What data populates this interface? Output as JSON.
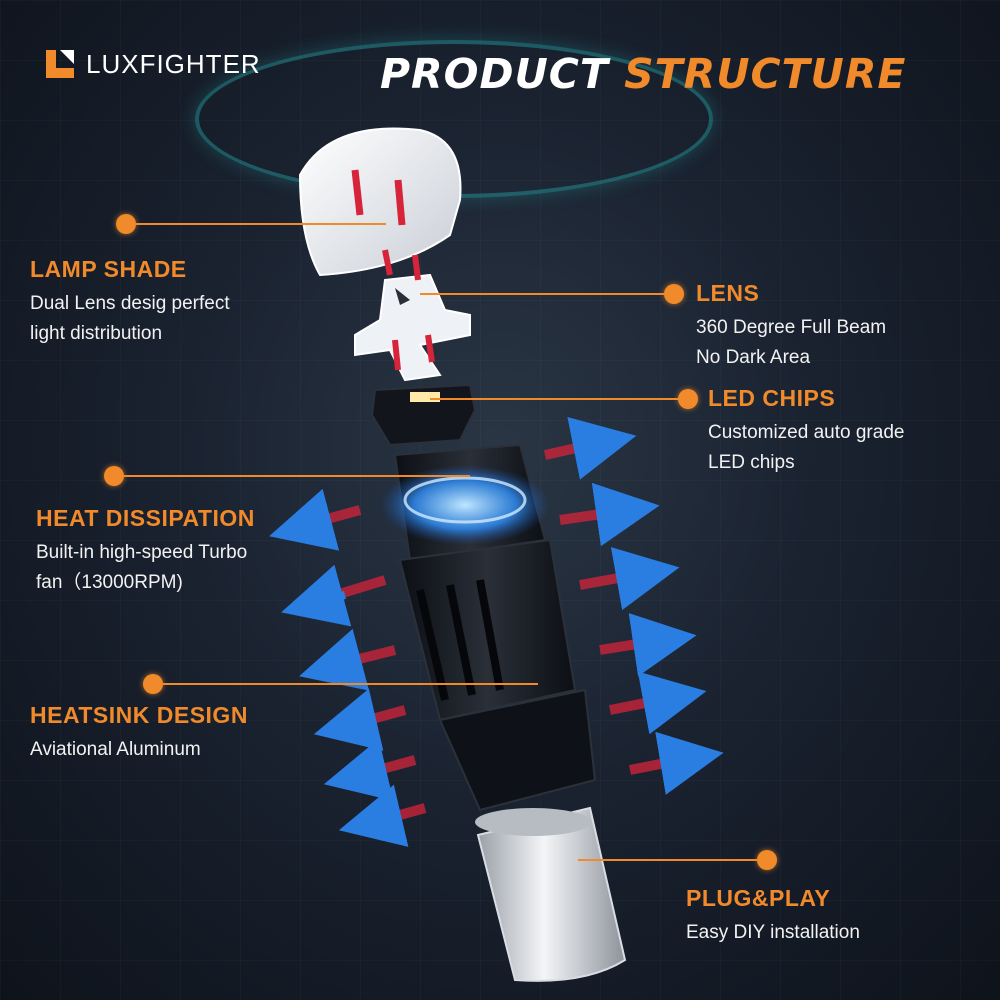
{
  "brand": {
    "name": "LUXFIGHTER"
  },
  "title": {
    "word1": "PRODUCT",
    "word2": "STRUCTURE"
  },
  "colors": {
    "accent": "#f08a2a",
    "background": "#1a2230",
    "text": "#ffffff",
    "airflow_blue": "#2a7de1",
    "airflow_red": "#d6243a"
  },
  "features": {
    "lamp_shade": {
      "heading": "LAMP SHADE",
      "line1": "Dual Lens desig perfect",
      "line2": "light distribution"
    },
    "lens": {
      "heading": "LENS",
      "line1": "360 Degree Full Beam",
      "line2": "No Dark Area"
    },
    "led_chips": {
      "heading": "LED CHIPS",
      "line1": "Customized auto grade",
      "line2": "LED chips"
    },
    "heat_dissipation": {
      "heading": "HEAT DISSIPATION",
      "line1": "Built-in high-speed Turbo",
      "line2": "fan（13000RPM)"
    },
    "heatsink_design": {
      "heading": "HEATSINK DESIGN",
      "line1": "Aviational Aluminum"
    },
    "plug_play": {
      "heading": "PLUG&PLAY",
      "line1": "Easy DIY installation"
    }
  },
  "icons": [
    "logo-mark-icon",
    "fan-swirl-icon",
    "airflow-arrow-icon"
  ]
}
